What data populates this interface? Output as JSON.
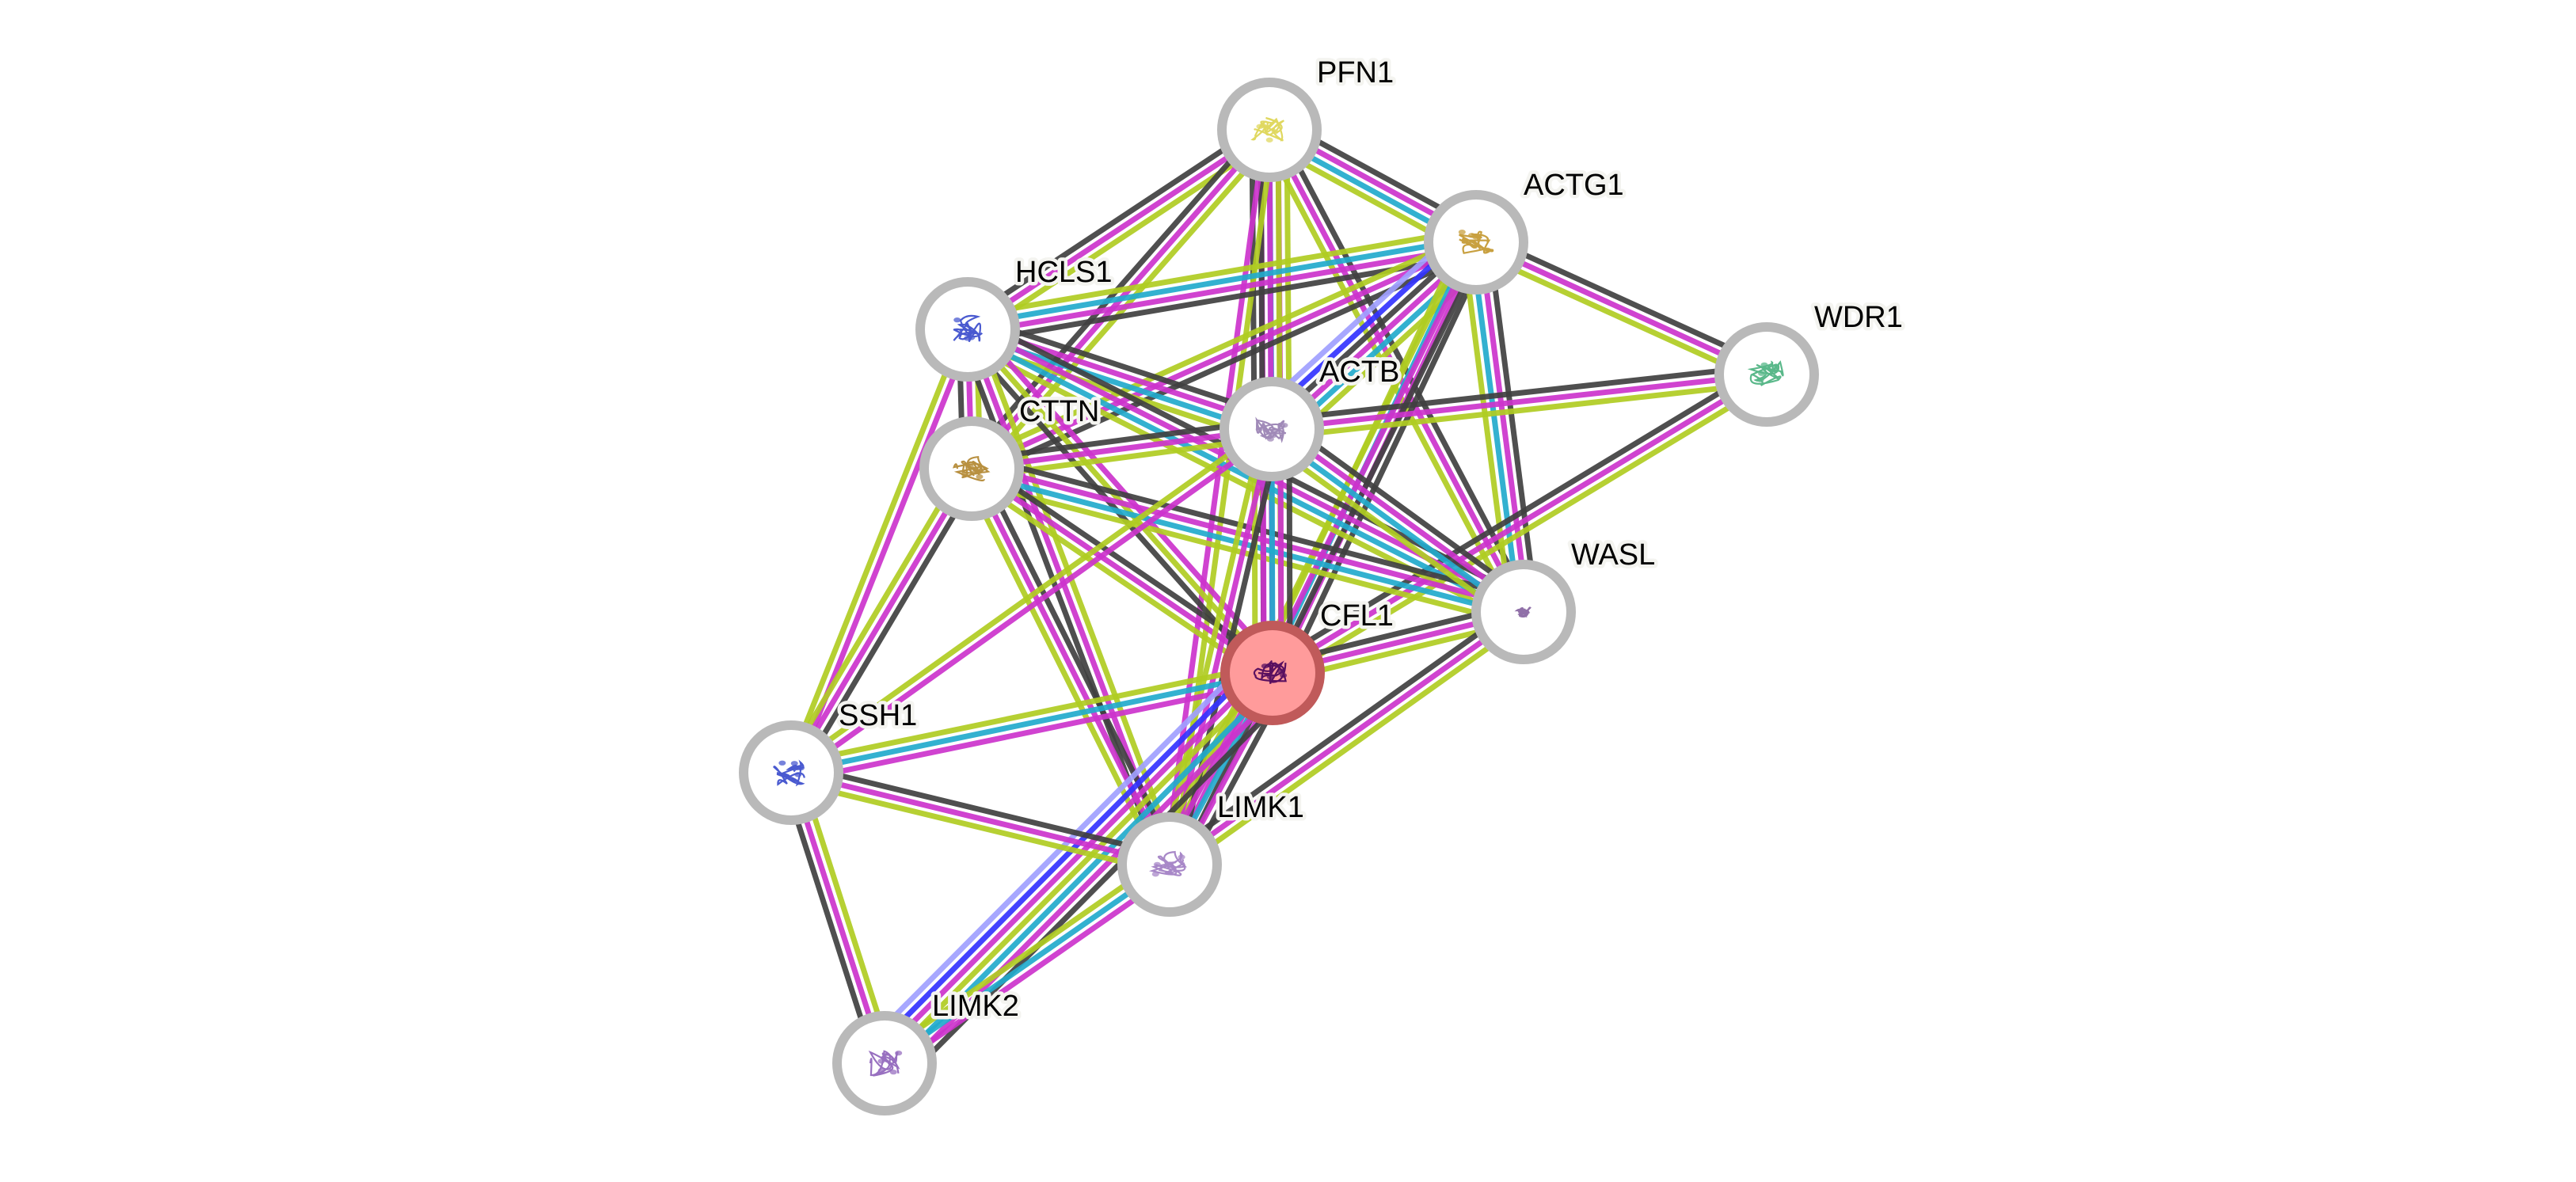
{
  "network": {
    "query_protein": "CFL1",
    "evidence_colors": {
      "coexpression": "#404040",
      "experiments": "#cc33cc",
      "databases": "#22aacc",
      "textmining": "#b0cc22",
      "cooccurrence": "#3333ff",
      "homology": "#a0a0ff"
    },
    "nodes": [
      {
        "id": "PFN1",
        "label": "PFN1",
        "structure_color": "#e0d860",
        "query": false
      },
      {
        "id": "ACTG1",
        "label": "ACTG1",
        "structure_color": "#c8a040",
        "query": false
      },
      {
        "id": "WDR1",
        "label": "WDR1",
        "structure_color": "#5ab88a",
        "query": false
      },
      {
        "id": "HCLS1",
        "label": "HCLS1",
        "structure_color": "#4a5ad0",
        "query": false
      },
      {
        "id": "ACTB",
        "label": "ACTB",
        "structure_color": "#a08ab8",
        "query": false
      },
      {
        "id": "CTTN",
        "label": "CTTN",
        "structure_color": "#b89040",
        "query": false
      },
      {
        "id": "WASL",
        "label": "WASL",
        "structure_color": "#9070a8",
        "query": false
      },
      {
        "id": "CFL1",
        "label": "CFL1",
        "structure_color": "#5a1060",
        "query": true
      },
      {
        "id": "SSH1",
        "label": "SSH1",
        "structure_color": "#4a5ad0",
        "query": false
      },
      {
        "id": "LIMK1",
        "label": "LIMK1",
        "structure_color": "#a888c8",
        "query": false
      },
      {
        "id": "LIMK2",
        "label": "LIMK2",
        "structure_color": "#9870c0",
        "query": false
      }
    ],
    "edges": [
      {
        "source": "PFN1",
        "target": "ACTG1",
        "evidence": [
          "coexpression",
          "experiments",
          "databases",
          "textmining"
        ]
      },
      {
        "source": "PFN1",
        "target": "ACTB",
        "evidence": [
          "textmining",
          "experiments",
          "databases",
          "experiments",
          "coexpression"
        ]
      },
      {
        "source": "PFN1",
        "target": "CFL1",
        "evidence": [
          "textmining",
          "experiments",
          "coexpression"
        ]
      },
      {
        "source": "PFN1",
        "target": "HCLS1",
        "evidence": [
          "textmining",
          "experiments",
          "coexpression"
        ]
      },
      {
        "source": "PFN1",
        "target": "CTTN",
        "evidence": [
          "textmining",
          "experiments",
          "coexpression"
        ]
      },
      {
        "source": "PFN1",
        "target": "WASL",
        "evidence": [
          "coexpression",
          "experiments",
          "textmining"
        ]
      },
      {
        "source": "PFN1",
        "target": "LIMK1",
        "evidence": [
          "textmining",
          "experiments"
        ]
      },
      {
        "source": "ACTG1",
        "target": "WDR1",
        "evidence": [
          "coexpression",
          "experiments",
          "textmining"
        ]
      },
      {
        "source": "ACTG1",
        "target": "HCLS1",
        "evidence": [
          "coexpression",
          "experiments",
          "databases",
          "textmining"
        ]
      },
      {
        "source": "ACTG1",
        "target": "CTTN",
        "evidence": [
          "coexpression",
          "experiments",
          "textmining"
        ]
      },
      {
        "source": "ACTG1",
        "target": "ACTB",
        "evidence": [
          "textmining",
          "databases",
          "experiments",
          "coexpression",
          "cooccurrence",
          "homology"
        ]
      },
      {
        "source": "ACTG1",
        "target": "CFL1",
        "evidence": [
          "coexpression",
          "experiments",
          "databases",
          "textmining"
        ]
      },
      {
        "source": "ACTG1",
        "target": "WASL",
        "evidence": [
          "coexpression",
          "experiments",
          "databases",
          "textmining"
        ]
      },
      {
        "source": "ACTG1",
        "target": "LIMK1",
        "evidence": [
          "coexpression",
          "experiments",
          "textmining"
        ]
      },
      {
        "source": "WDR1",
        "target": "ACTB",
        "evidence": [
          "textmining",
          "experiments",
          "coexpression"
        ]
      },
      {
        "source": "WDR1",
        "target": "CFL1",
        "evidence": [
          "textmining",
          "experiments",
          "coexpression"
        ]
      },
      {
        "source": "HCLS1",
        "target": "ACTB",
        "evidence": [
          "coexpression",
          "experiments",
          "databases",
          "textmining"
        ]
      },
      {
        "source": "HCLS1",
        "target": "CTTN",
        "evidence": [
          "textmining",
          "experiments",
          "coexpression"
        ]
      },
      {
        "source": "HCLS1",
        "target": "WASL",
        "evidence": [
          "coexpression",
          "experiments",
          "databases",
          "textmining"
        ]
      },
      {
        "source": "HCLS1",
        "target": "CFL1",
        "evidence": [
          "experiments",
          "textmining",
          "coexpression"
        ]
      },
      {
        "source": "HCLS1",
        "target": "SSH1",
        "evidence": [
          "experiments",
          "textmining"
        ]
      },
      {
        "source": "HCLS1",
        "target": "LIMK1",
        "evidence": [
          "textmining",
          "experiments",
          "coexpression"
        ]
      },
      {
        "source": "CTTN",
        "target": "ACTB",
        "evidence": [
          "coexpression",
          "experiments",
          "textmining"
        ]
      },
      {
        "source": "CTTN",
        "target": "WASL",
        "evidence": [
          "coexpression",
          "experiments",
          "databases",
          "textmining"
        ]
      },
      {
        "source": "CTTN",
        "target": "CFL1",
        "evidence": [
          "coexpression",
          "experiments",
          "textmining"
        ]
      },
      {
        "source": "CTTN",
        "target": "SSH1",
        "evidence": [
          "coexpression",
          "experiments",
          "textmining"
        ]
      },
      {
        "source": "CTTN",
        "target": "LIMK1",
        "evidence": [
          "coexpression",
          "experiments",
          "textmining"
        ]
      },
      {
        "source": "ACTB",
        "target": "CFL1",
        "evidence": [
          "coexpression",
          "experiments",
          "databases",
          "experiments",
          "textmining"
        ]
      },
      {
        "source": "ACTB",
        "target": "WASL",
        "evidence": [
          "coexpression",
          "experiments",
          "databases",
          "textmining"
        ]
      },
      {
        "source": "ACTB",
        "target": "SSH1",
        "evidence": [
          "experiments",
          "textmining"
        ]
      },
      {
        "source": "ACTB",
        "target": "LIMK1",
        "evidence": [
          "coexpression",
          "experiments",
          "textmining"
        ]
      },
      {
        "source": "WASL",
        "target": "CFL1",
        "evidence": [
          "textmining",
          "experiments",
          "coexpression"
        ]
      },
      {
        "source": "WASL",
        "target": "LIMK1",
        "evidence": [
          "textmining",
          "experiments",
          "coexpression"
        ]
      },
      {
        "source": "CFL1",
        "target": "SSH1",
        "evidence": [
          "experiments",
          "databases",
          "textmining"
        ]
      },
      {
        "source": "CFL1",
        "target": "LIMK1",
        "evidence": [
          "coexpression",
          "experiments",
          "databases",
          "experiments",
          "textmining"
        ]
      },
      {
        "source": "CFL1",
        "target": "LIMK2",
        "evidence": [
          "coexpression",
          "experiments",
          "databases",
          "textmining",
          "experiments",
          "cooccurrence",
          "homology"
        ]
      },
      {
        "source": "SSH1",
        "target": "LIMK1",
        "evidence": [
          "coexpression",
          "experiments",
          "textmining"
        ]
      },
      {
        "source": "SSH1",
        "target": "LIMK2",
        "evidence": [
          "textmining",
          "experiments",
          "coexpression"
        ]
      },
      {
        "source": "LIMK1",
        "target": "LIMK2",
        "evidence": [
          "experiments",
          "databases",
          "textmining"
        ]
      }
    ]
  }
}
